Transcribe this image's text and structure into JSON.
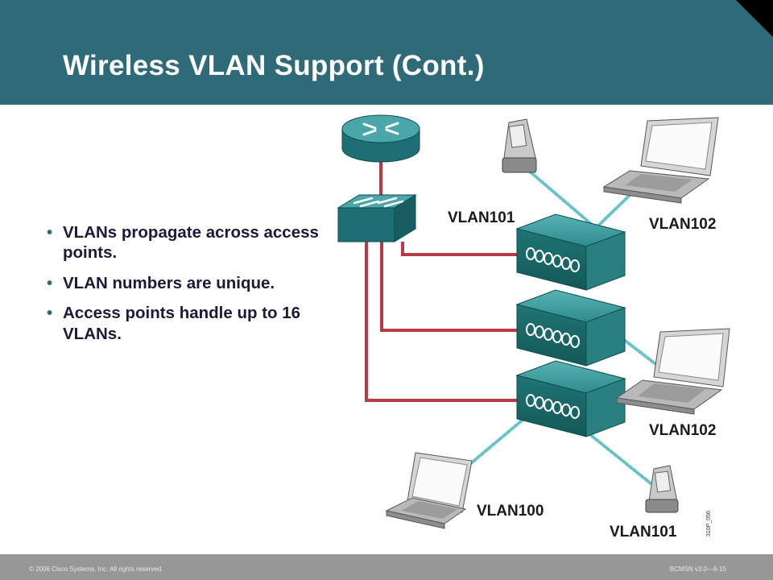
{
  "slide": {
    "title": "Wireless VLAN Support (Cont.)",
    "bullets": [
      "VLANs propagate across access points.",
      "VLAN numbers are unique.",
      "Access points handle up to 16 VLANs."
    ]
  },
  "diagram": {
    "labels": {
      "ap1_left": "VLAN101",
      "ap1_right": "VLAN102",
      "ap3_right": "VLAN102",
      "ap3_bottom_left": "VLAN100",
      "ap3_bottom_right": "VLAN101"
    },
    "figure_id": "310P_056"
  },
  "footer": {
    "copyright": "© 2006 Cisco Systems, Inc. All rights reserved.",
    "course": "BCMSN v3.0—6-15"
  },
  "colors": {
    "header": "#2f6a79",
    "device_teal": "#2e8a8a",
    "link_red": "#b83a44",
    "wireless_cyan": "#66c4c8",
    "footer": "#979797"
  },
  "icons": [
    "router-icon",
    "switch-icon",
    "access-point-icon",
    "laptop-icon",
    "pda-icon"
  ]
}
